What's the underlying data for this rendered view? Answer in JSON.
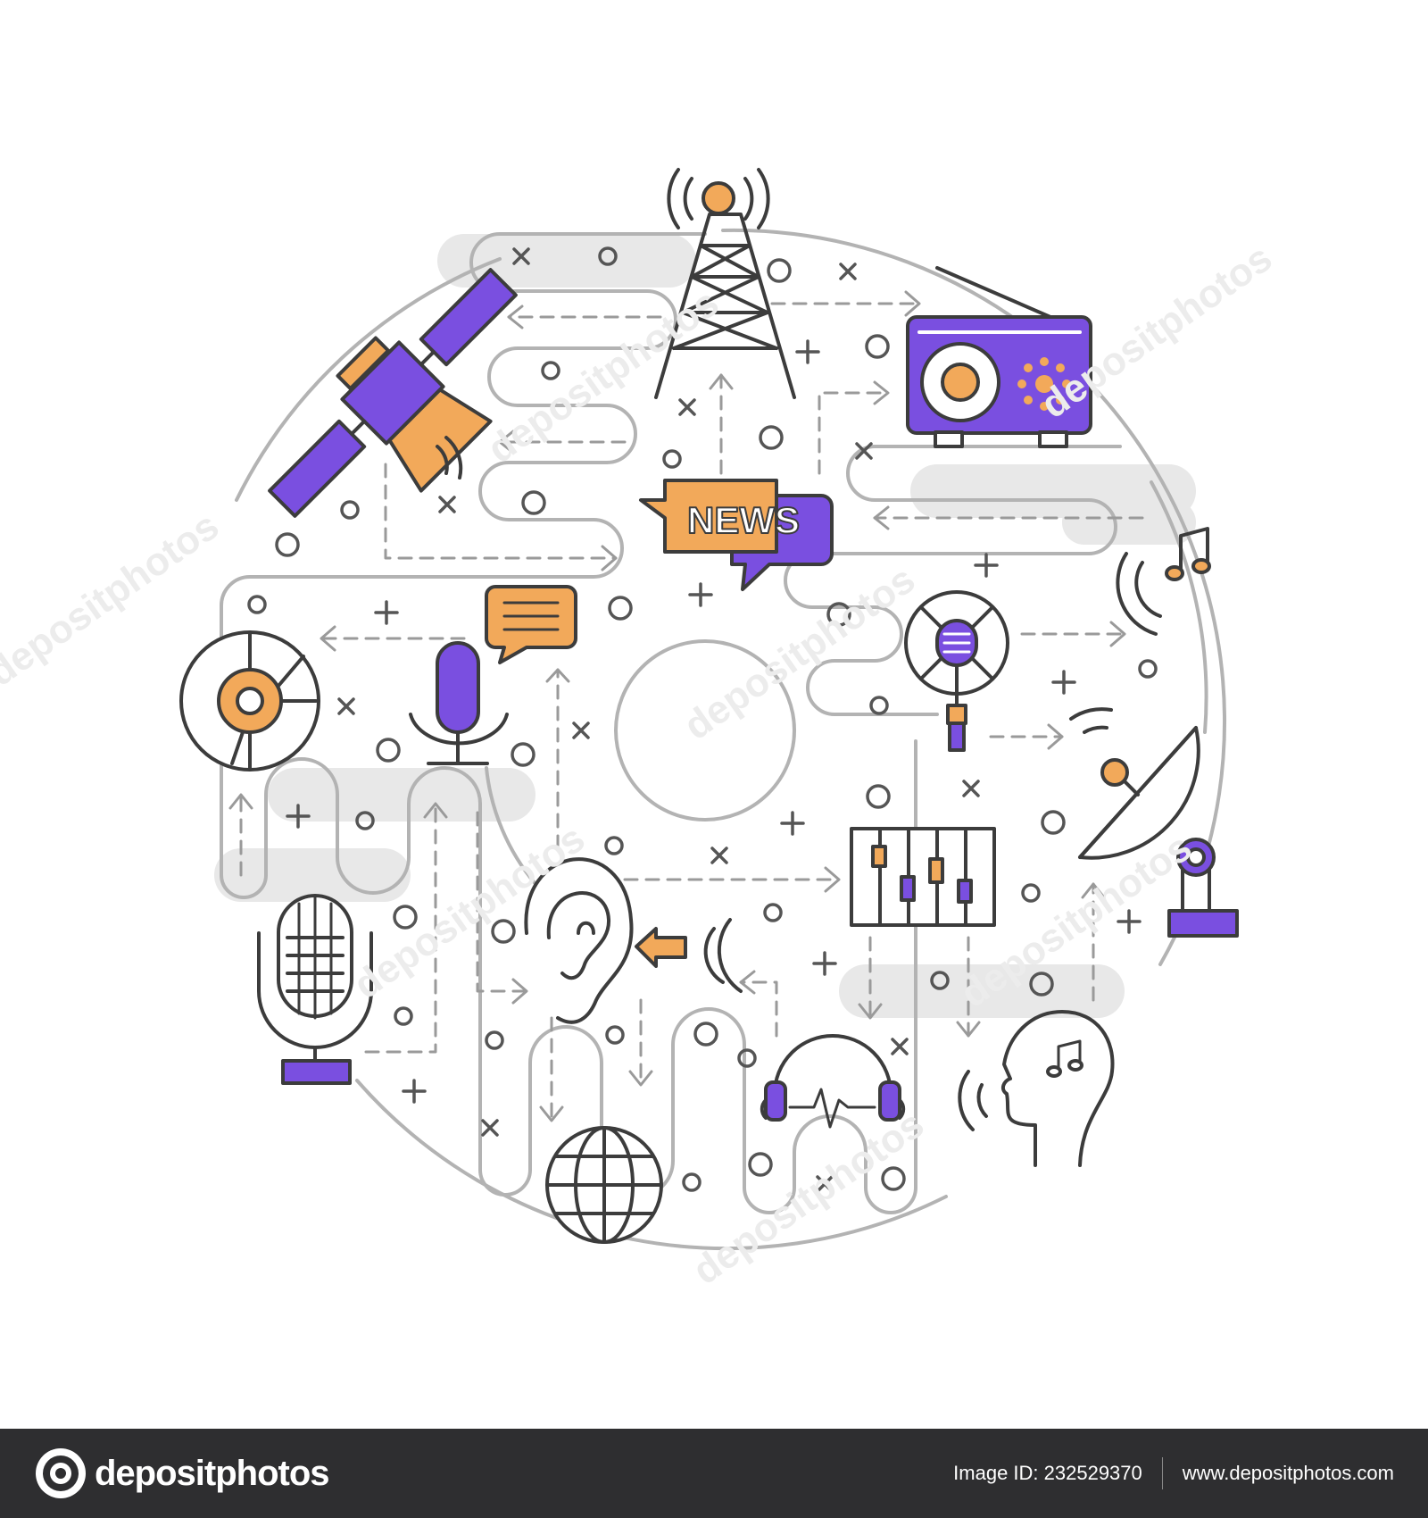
{
  "illustration": {
    "news_label": "NEWS",
    "colors": {
      "line": "#3c3c3c",
      "purple": "#7a4fe0",
      "orange": "#f2a95a",
      "light_gray": "#e6e6e6",
      "mid_gray": "#b3b3b3",
      "background": "#ffffff"
    },
    "icons": [
      "radio-tower-icon",
      "portable-radio-icon",
      "satellite-icon",
      "news-bubble-icon",
      "music-note-icon",
      "studio-microphone-icon",
      "vinyl-disc-icon",
      "chat-bubble-icon",
      "desk-microphone-icon",
      "satellite-dish-icon",
      "ear-icon",
      "mixer-console-icon",
      "retro-microphone-icon",
      "globe-icon",
      "headphones-icon",
      "singing-head-icon"
    ],
    "watermark": "depositphotos"
  },
  "footer": {
    "brand": "depositphotos",
    "image_id": "Image ID: 232529370",
    "website": "www.depositphotos.com"
  }
}
